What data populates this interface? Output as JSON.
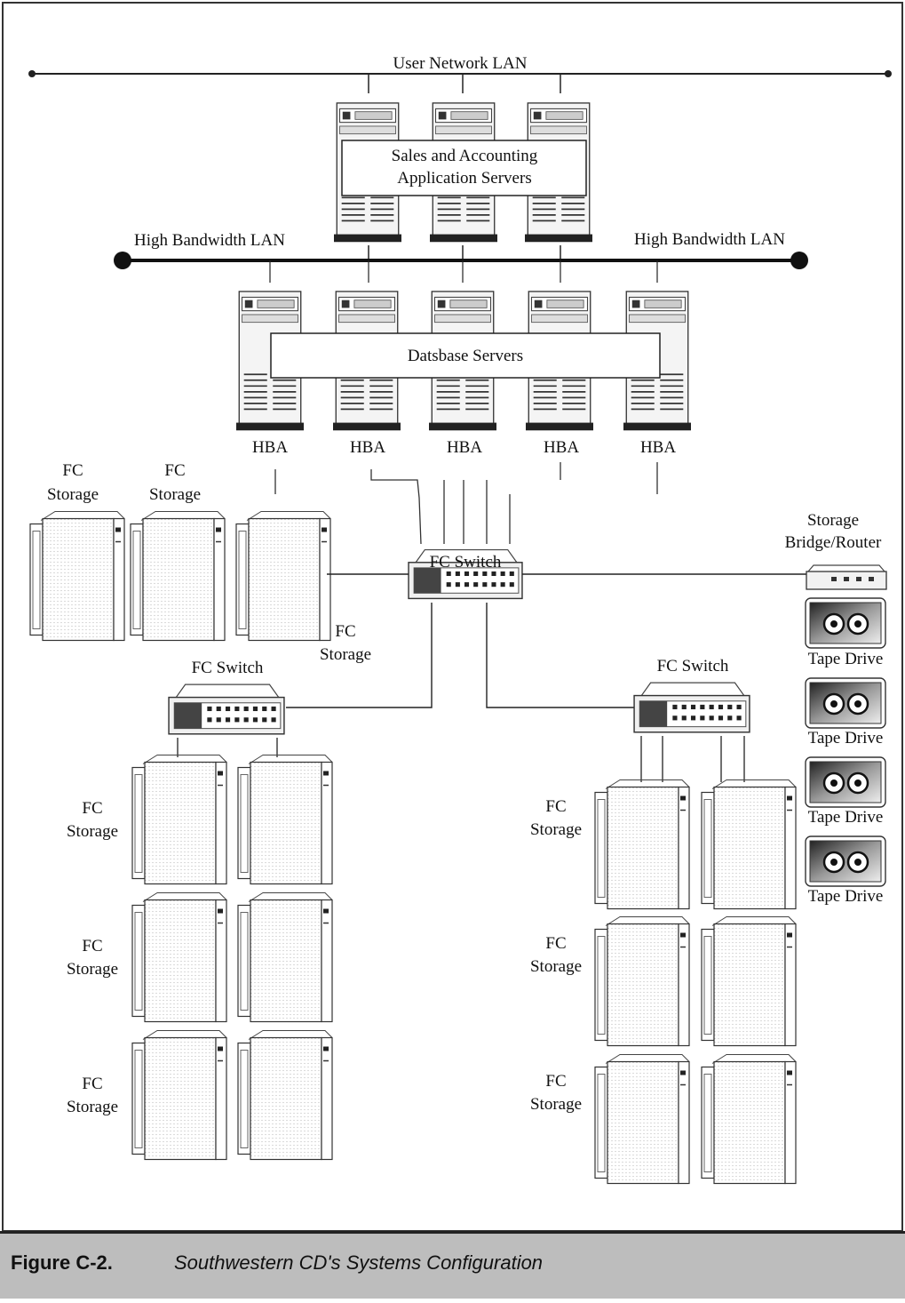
{
  "networks": {
    "user_lan": "User Network LAN",
    "high_bandwidth_left": "High Bandwidth LAN",
    "high_bandwidth_right": "High Bandwidth LAN"
  },
  "app_servers": {
    "label_line1": "Sales and Accounting",
    "label_line2": "Application Servers"
  },
  "db_servers": {
    "label": "Datsbase Servers",
    "hba_label": "HBA"
  },
  "switches": {
    "label": "FC Switch"
  },
  "storage": {
    "line1": "FC",
    "line2": "Storage"
  },
  "bridge": {
    "line1": "Storage",
    "line2": "Bridge/Router"
  },
  "tape": {
    "label": "Tape Drive"
  },
  "caption": {
    "figure_label": "Figure C-2.",
    "title": "Southwestern CD's Systems Configuration"
  }
}
